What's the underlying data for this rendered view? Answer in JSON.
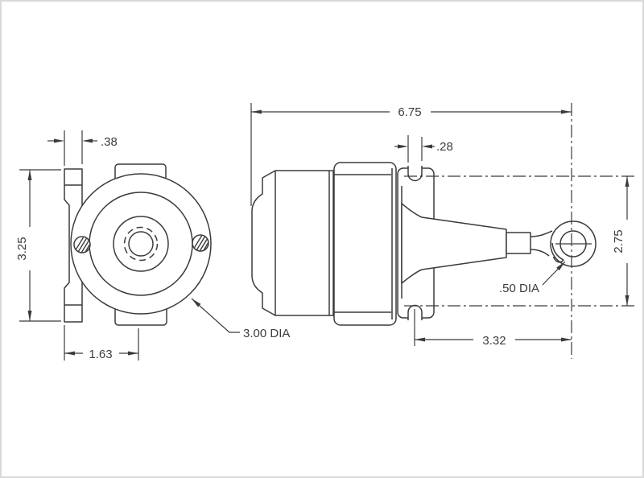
{
  "colors": {
    "ink": "#3b3b3b",
    "background": "#ffffff",
    "frame_border": "#d9d9d9"
  },
  "drawing": {
    "type": "dimensioned-mechanical-drawing",
    "views": {
      "front_view": "circular flange face with mounting bracket, two slotted screws, center plunger hole",
      "side_view": "solenoid body with mounting flange slots, tapered nose cone, rod and eyelet"
    },
    "dims": {
      "bracket_thickness": ".38",
      "bracket_height": "3.25",
      "bracket_to_center": "1.63",
      "body_diameter": "3.00 DIA",
      "overall_length": "6.75",
      "slot_width": ".28",
      "slot_center_span": "2.75",
      "slot_to_eyelet": "3.32",
      "eyelet_diameter": ".50 DIA"
    }
  }
}
